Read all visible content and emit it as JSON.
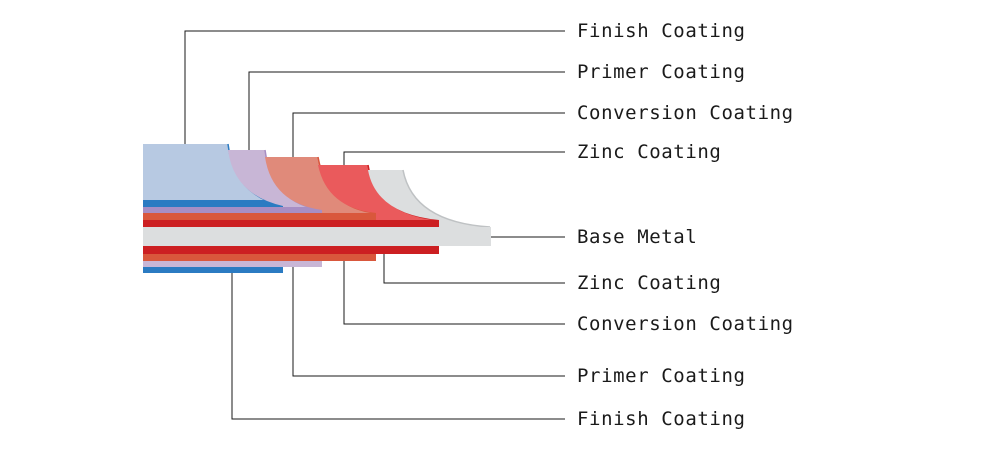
{
  "diagram": {
    "labels": {
      "top_finish": "Finish Coating",
      "top_primer": "Primer Coating",
      "top_conversion": "Conversion Coating",
      "top_zinc": "Zinc Coating",
      "base": "Base Metal",
      "bottom_zinc": "Zinc Coating",
      "bottom_conversion": "Conversion Coating",
      "bottom_primer": "Primer Coating",
      "bottom_finish": "Finish Coating"
    },
    "colors": {
      "finish": "#b7c9e2",
      "finish_edge": "#2b7bc2",
      "primer": "#c8b6d6",
      "primer_edge": "#a78ec4",
      "conversion": "#e08a7a",
      "conversion_edge": "#d9573c",
      "zinc": "#ea5a5c",
      "zinc_edge": "#cc1f22",
      "base": "#dcdedf",
      "base_edge": "#bfc2c4",
      "leader": "#1a1a1a"
    }
  }
}
